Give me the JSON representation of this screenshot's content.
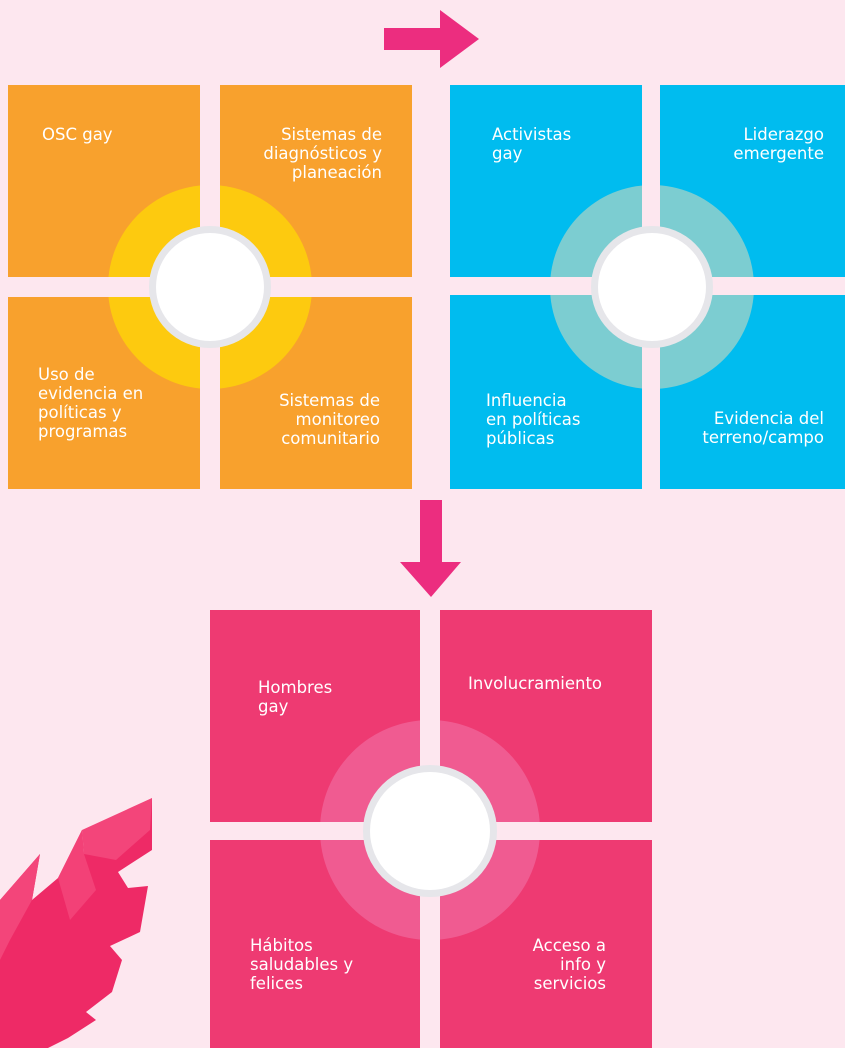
{
  "colors": {
    "background": "#fde7ef",
    "orange": "#f8a12d",
    "orange_ring": "#fdca0f",
    "blue": "#00bcef",
    "blue_ring": "#7ccdd1",
    "pink": "#ee3a72",
    "pink_ring": "#f05b91",
    "arrow": "#ec2d7f",
    "feather_dark": "#ee2a66",
    "feather_light": "#f3457a"
  },
  "clusters": {
    "orange": {
      "top_left": "OSC gay",
      "top_right": "Sistemas de\ndiagnósticos y\nplaneación",
      "bottom_left": "Uso de\nevidencia en\npolíticas y\nprogramas",
      "bottom_right": "Sistemas de\nmonitoreo\ncomunitario"
    },
    "blue": {
      "top_left": "Activistas\ngay",
      "top_right": "Liderazgo\nemergente",
      "bottom_left": "Influencia\nen políticas\npúblicas",
      "bottom_right": "Evidencia del\nterreno/campo"
    },
    "pink": {
      "top_left": "Hombres\ngay",
      "top_right": "Involucramiento",
      "bottom_left": "Hábitos\nsaludables y\nfelices",
      "bottom_right": "Acceso a\ninfo y\nservicios"
    }
  },
  "arrows": [
    "arrow-right",
    "arrow-down"
  ],
  "decoration": "feather-icon"
}
